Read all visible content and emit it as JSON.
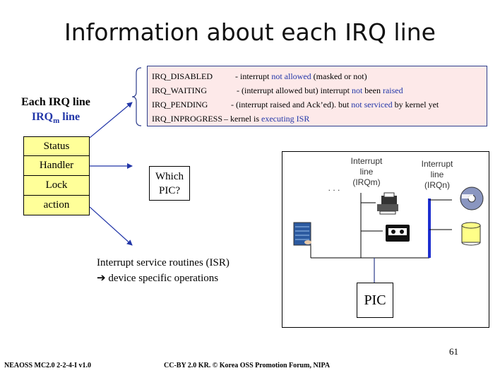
{
  "title": "Information about each IRQ line",
  "flags": [
    {
      "name": "IRQ_DISABLED",
      "parts": [
        {
          "t": "- interrupt ",
          "c": "k"
        },
        {
          "t": "not allowed",
          "c": "b"
        },
        {
          "t": "  (masked or not)",
          "c": "k"
        }
      ]
    },
    {
      "name": "IRQ_WAITING",
      "parts": [
        {
          "t": "- (interrupt allowed but) interrupt ",
          "c": "k"
        },
        {
          "t": "not",
          "c": "b"
        },
        {
          "t": " been ",
          "c": "k"
        },
        {
          "t": "raised",
          "c": "b"
        }
      ]
    },
    {
      "name": "IRQ_PENDING",
      "parts": [
        {
          "t": "- (interrupt  raised  and Ack’ed). but ",
          "c": "k"
        },
        {
          "t": "not  serviced",
          "c": "b"
        },
        {
          "t": " by kernel yet",
          "c": "k"
        }
      ]
    },
    {
      "name": "IRQ_INPROGRESS",
      "parts": [
        {
          "t": "– kernel  is ",
          "c": "k"
        },
        {
          "t": "executing ISR",
          "c": "b"
        }
      ]
    }
  ],
  "each_line": "Each IRQ line",
  "irqm_main": "IRQ",
  "irqm_sub": "m",
  "irqm_tail": " line",
  "fields": [
    "Status",
    "Handler",
    "Lock",
    "action"
  ],
  "which_pic": [
    "Which",
    "PIC?"
  ],
  "isr_line1": "Interrupt service routines (ISR)",
  "isr_line2": "➔ device specific operations",
  "hw": {
    "line_m": [
      "Interrupt",
      "line",
      "(IRQm)"
    ],
    "line_n": [
      "Interrupt",
      "line",
      "(IRQn)"
    ],
    "dots": ". . .",
    "pic": "PIC"
  },
  "page_number": "61",
  "footer_left": "NEAOSS MC2.0 2-2-4-I v1.0",
  "footer_center": "CC-BY 2.0 KR. © Korea OSS Promotion Forum, NIPA"
}
